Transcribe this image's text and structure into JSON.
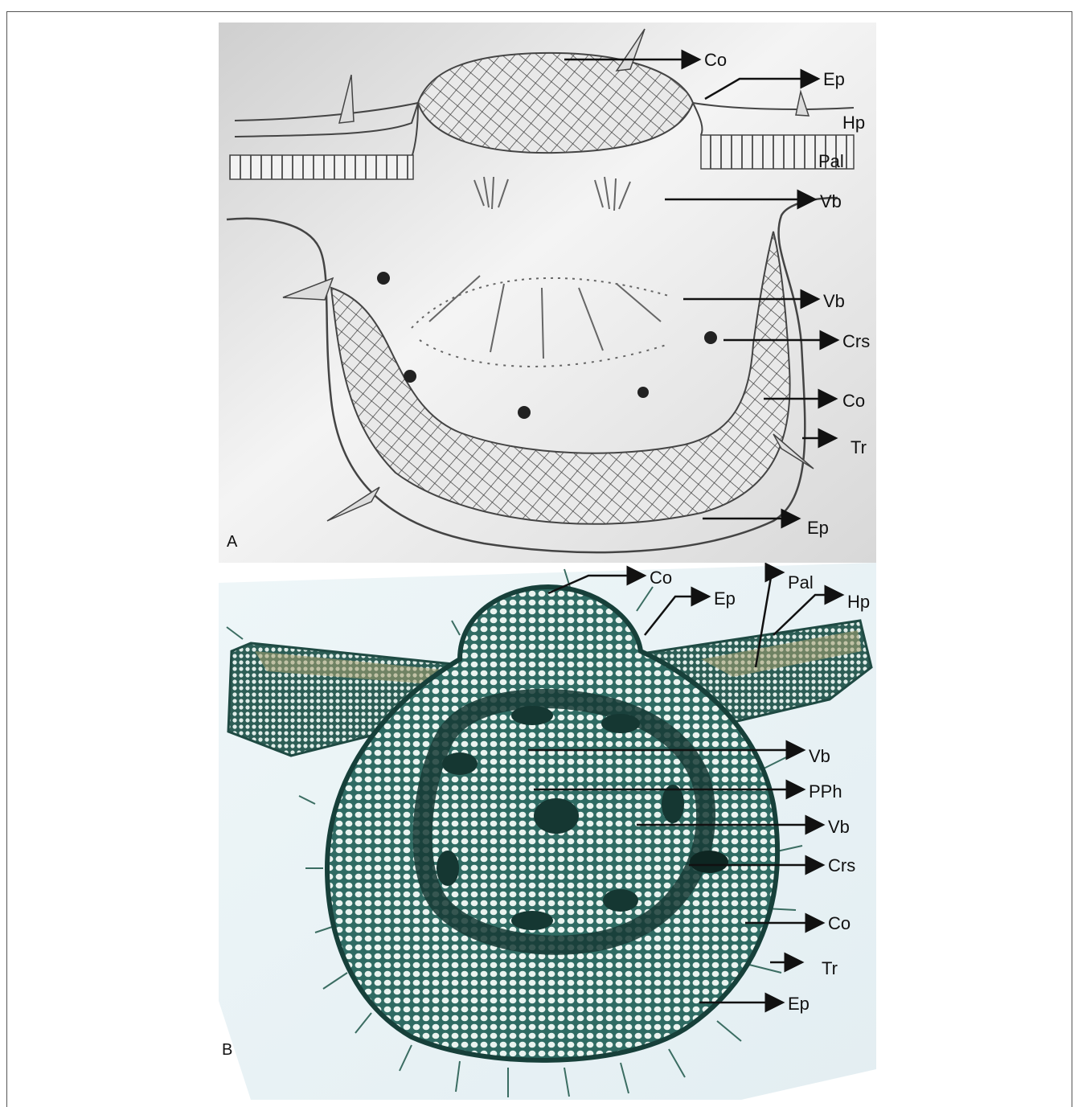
{
  "figure": {
    "panel_a": {
      "panel_letter": "A",
      "labels": {
        "co_top": "Co",
        "ep_top": "Ep",
        "hp": "Hp",
        "pal": "Pal",
        "vb_upper": "Vb",
        "vb_lower": "Vb",
        "crs": "Crs",
        "co_lower": "Co",
        "tr": "Tr",
        "ep_bottom": "Ep"
      }
    },
    "panel_b": {
      "panel_letter": "B",
      "labels": {
        "co_top": "Co",
        "ep_top": "Ep",
        "pal": "Pal",
        "hp": "Hp",
        "vb_upper": "Vb",
        "pph": "PPh",
        "vb_lower": "Vb",
        "crs": "Crs",
        "co_lower": "Co",
        "tr": "Tr",
        "ep_bottom": "Ep"
      }
    }
  }
}
